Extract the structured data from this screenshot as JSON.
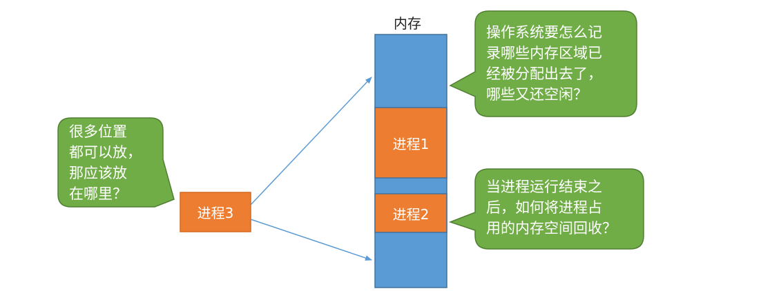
{
  "memory": {
    "title": "内存",
    "process1": "进程1",
    "process2": "进程2"
  },
  "incoming": {
    "process3": "进程3"
  },
  "callouts": {
    "placement": "很多位置\n都可以放，\n那应该放\n在哪里？",
    "tracking": "操作系统要怎么记\n录哪些内存区域已\n经被分配出去了，\n哪些又还空闲？",
    "reclaim": "当进程运行结束之\n后，如何将进程占\n用的内存空间回收？"
  },
  "colors": {
    "memory_free": "#5B9BD5",
    "memory_border": "#41719C",
    "process_fill": "#ED7D31",
    "process_border": "#D36A21",
    "callout_fill": "#70AD47",
    "callout_border": "#507E32",
    "arrow": "#5B9BD5"
  }
}
